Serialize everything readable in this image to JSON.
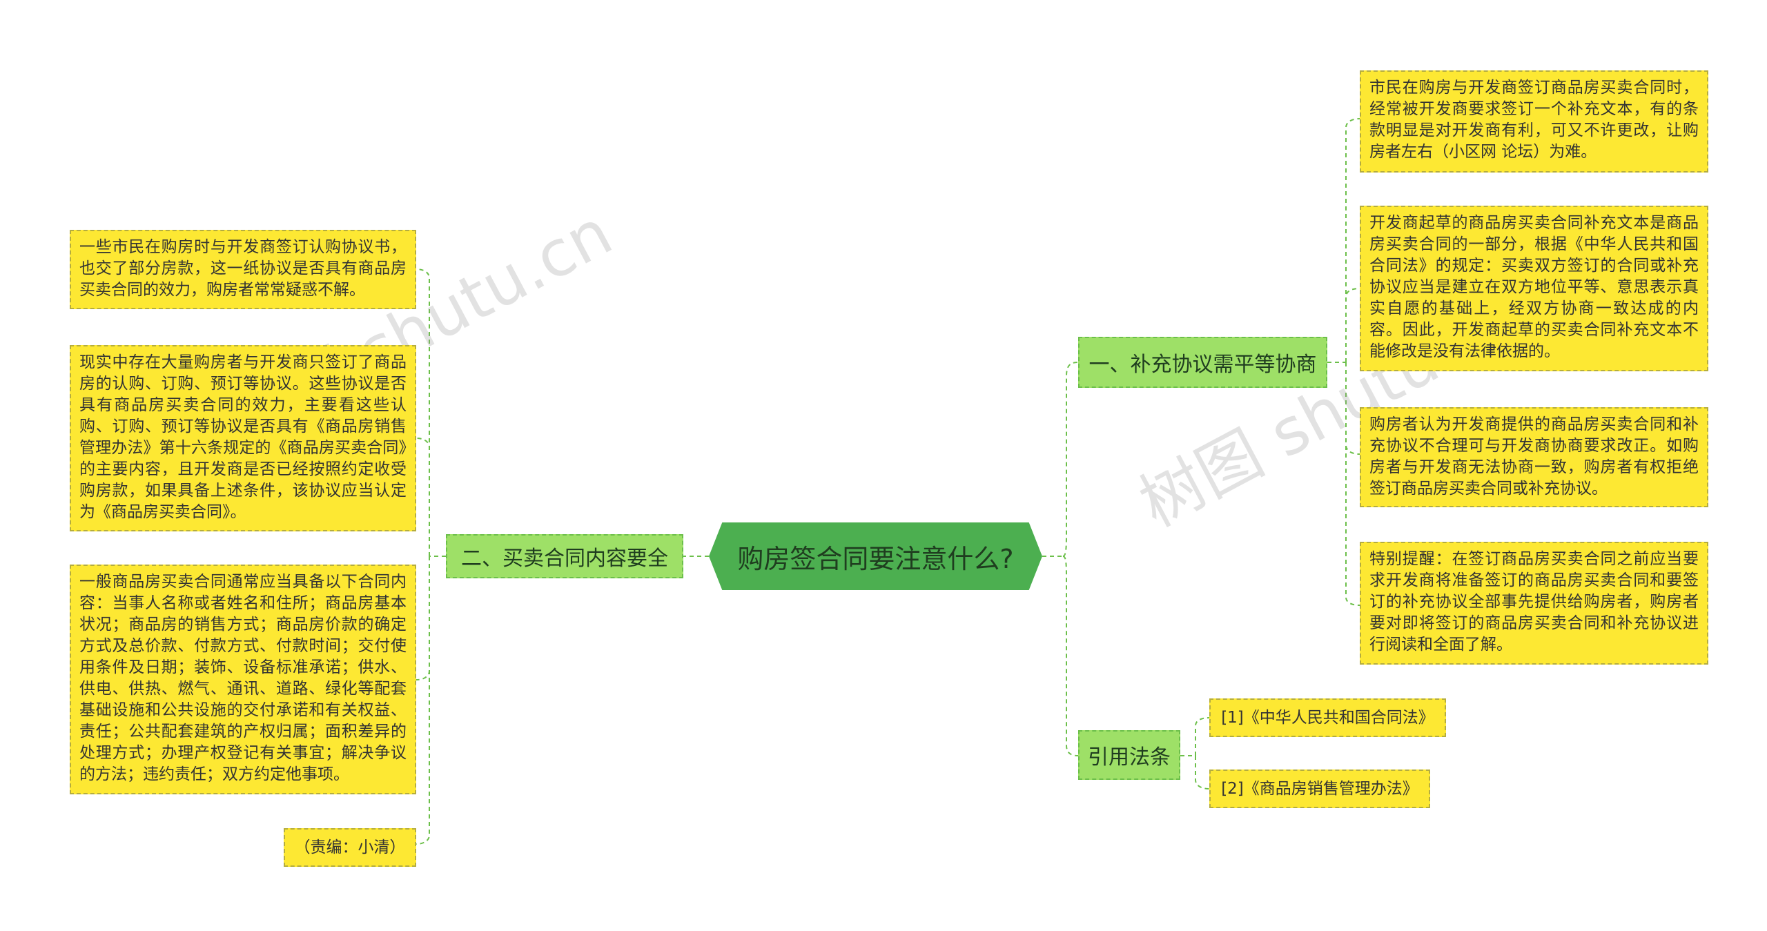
{
  "root": {
    "title": "购房签合同要注意什么?"
  },
  "left": {
    "branch": "二、买卖合同内容要全",
    "leaves": [
      "一些市民在购房时与开发商签订认购协议书，也交了部分房款，这一纸协议是否具有商品房买卖合同的效力，购房者常常疑惑不解。",
      "现实中存在大量购房者与开发商只签订了商品房的认购、订购、预订等协议。这些协议是否具有商品房买卖合同的效力，主要看这些认购、订购、预订等协议是否具有《商品房销售管理办法》第十六条规定的《商品房买卖合同》的主要内容，且开发商是否已经按照约定收受购房款，如果具备上述条件，该协议应当认定为《商品房买卖合同》。",
      "一般商品房买卖合同通常应当具备以下合同内容：当事人名称或者姓名和住所；商品房基本状况；商品房的销售方式；商品房价款的确定方式及总价款、付款方式、付款时间；交付使用条件及日期；装饰、设备标准承诺；供水、供电、供热、燃气、通讯、道路、绿化等配套基础设施和公共设施的交付承诺和有关权益、责任；公共配套建筑的产权归属；面积差异的处理方式；办理产权登记有关事宜；解决争议的方法；违约责任；双方约定他事项。",
      "（责编：小清）"
    ]
  },
  "right": {
    "branch1": "一、补充协议需平等协商",
    "branch1_leaves": [
      "市民在购房与开发商签订商品房买卖合同时，经常被开发商要求签订一个补充文本，有的条款明显是对开发商有利，可又不许更改，让购房者左右（小区网 论坛）为难。",
      "开发商起草的商品房买卖合同补充文本是商品房买卖合同的一部分，根据《中华人民共和国合同法》的规定：买卖双方签订的合同或补充协议应当是建立在双方地位平等、意思表示真实自愿的基础上，经双方协商一致达成的内容。因此，开发商起草的买卖合同补充文本不能修改是没有法律依据的。",
      "购房者认为开发商提供的商品房买卖合同和补充协议不合理可与开发商协商要求改正。如购房者与开发商无法协商一致，购房者有权拒绝签订商品房买卖合同或补充协议。",
      "特别提醒：在签订商品房买卖合同之前应当要求开发商将准备签订的商品房买卖合同和要签订的补充协议全部事先提供给购房者，购房者要对即将签订的商品房买卖合同和补充协议进行阅读和全面了解。"
    ],
    "branch2": "引用法条",
    "branch2_leaves": [
      "[1]《中华人民共和国合同法》",
      "[2]《商品房销售管理办法》"
    ]
  },
  "watermarks": [
    "树图 shutu.cn",
    "树图 shutu.cn"
  ],
  "colors": {
    "root": "#4caf50",
    "branch": "#9ee067",
    "leaf": "#fde833",
    "line": "#6cbf4a"
  }
}
